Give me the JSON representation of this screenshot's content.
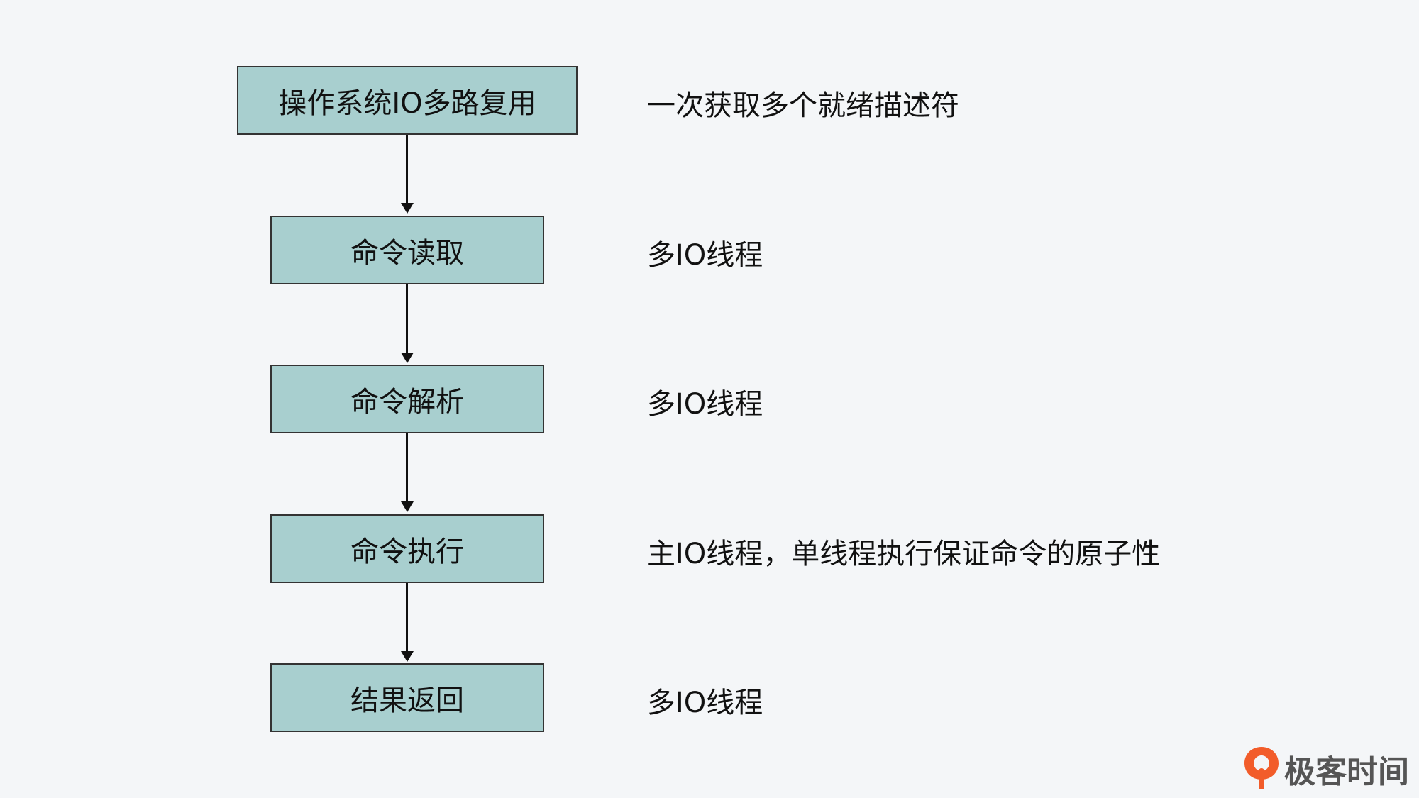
{
  "steps": [
    {
      "label": "操作系统IO多路复用",
      "note": "一次获取多个就绪描述符"
    },
    {
      "label": "命令读取",
      "note": "多IO线程"
    },
    {
      "label": "命令解析",
      "note": "多IO线程"
    },
    {
      "label": "命令执行",
      "note": "主IO线程，单线程执行保证命令的原子性"
    },
    {
      "label": "结果返回",
      "note": "多IO线程"
    }
  ],
  "colors": {
    "box": "#a8cfcf",
    "border": "#333333",
    "background": "#f4f6f8",
    "logo_accent": "#f25c2a"
  },
  "brand": {
    "name": "极客时间"
  }
}
